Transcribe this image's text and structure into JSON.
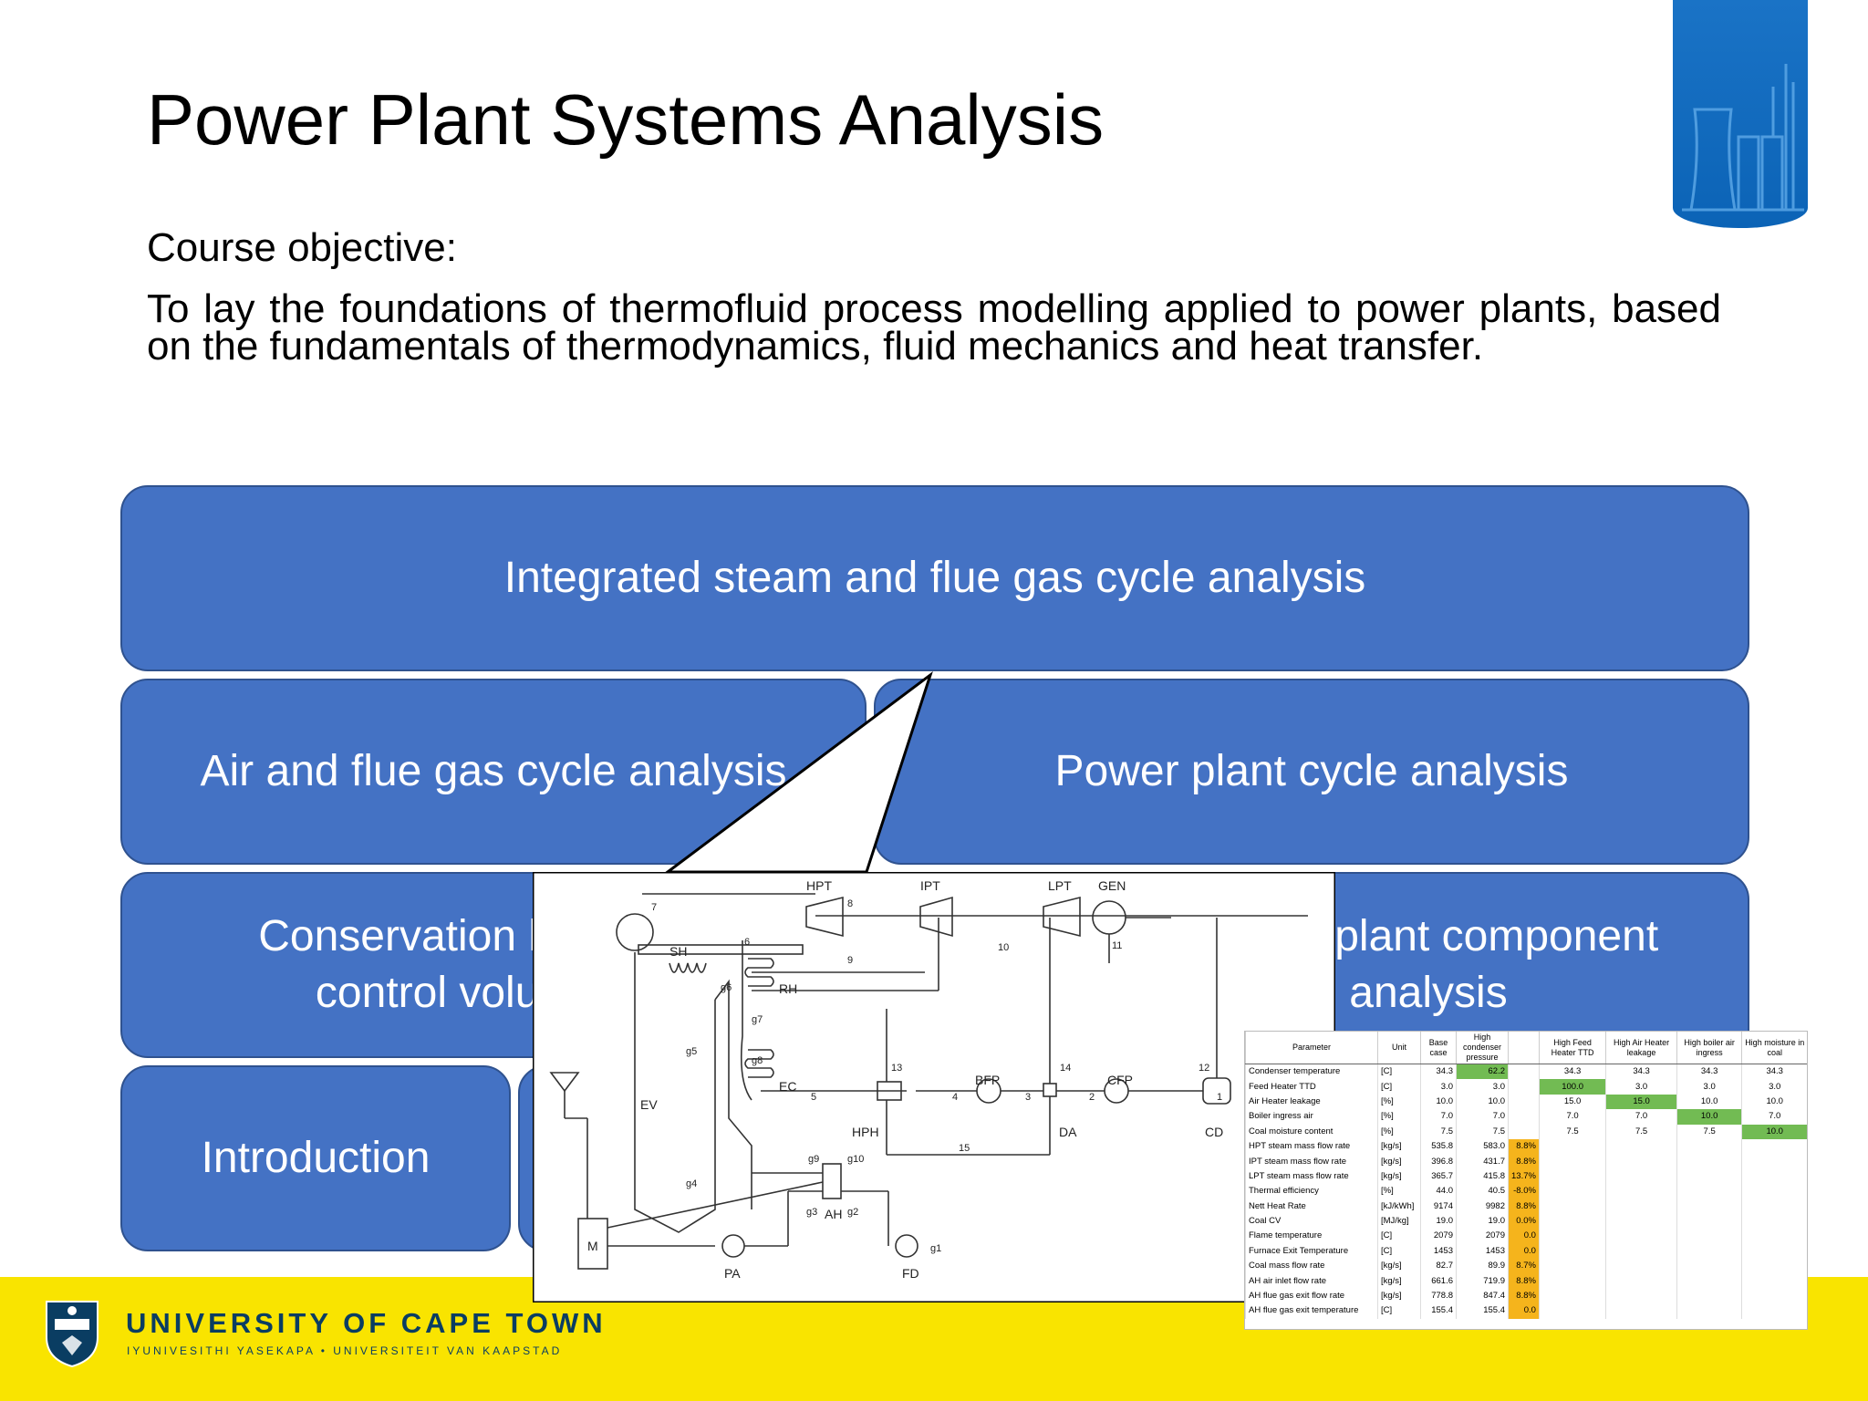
{
  "slide": {
    "title": "Power Plant Systems Analysis",
    "objective_heading": "Course objective:",
    "objective_text": "To lay the foundations of thermofluid process modelling applied to power plants, based on the fundamentals of thermodynamics, fluid mechanics and heat transfer."
  },
  "boxes": {
    "integrated": "Integrated steam and flue gas cycle analysis",
    "air_flue": "Air and flue gas cycle analysis",
    "power_cycle": "Power plant cycle analysis",
    "conservation": "Conservation laws for control volumes",
    "component": "Power plant component analysis",
    "introduction": "Introduction"
  },
  "diagram": {
    "labels": [
      "HPT",
      "IPT",
      "LPT",
      "GEN",
      "SH",
      "RH",
      "EV",
      "EC",
      "HPH",
      "BFP",
      "DA",
      "CFP",
      "CD",
      "AH",
      "PA",
      "FD",
      "M"
    ],
    "streams": [
      "1",
      "2",
      "3",
      "4",
      "5",
      "6",
      "7",
      "8",
      "9",
      "10",
      "11",
      "12",
      "13",
      "14",
      "15"
    ],
    "gas_streams": [
      "g1",
      "g2",
      "g3",
      "g4",
      "g5",
      "g6",
      "g7",
      "g8",
      "g9",
      "g10"
    ]
  },
  "results_table": {
    "headers": [
      "Parameter",
      "Unit",
      "Base case",
      "High condenser pressure",
      "",
      "High Feed Heater TTD",
      "High Air Heater leakage",
      "High boiler air ingress",
      "High moisture in coal"
    ],
    "rows": [
      [
        "Condenser temperature",
        "[C]",
        "34.3",
        "62.2",
        "",
        "34.3",
        "34.3",
        "34.3",
        "34.3"
      ],
      [
        "Feed Heater TTD",
        "[C]",
        "3.0",
        "3.0",
        "",
        "100.0",
        "3.0",
        "3.0",
        "3.0"
      ],
      [
        "Air Heater leakage",
        "[%]",
        "10.0",
        "10.0",
        "",
        "15.0",
        "15.0",
        "10.0",
        "10.0"
      ],
      [
        "Boiler ingress air",
        "[%]",
        "7.0",
        "7.0",
        "",
        "7.0",
        "7.0",
        "10.0",
        "7.0"
      ],
      [
        "Coal moisture content",
        "[%]",
        "7.5",
        "7.5",
        "",
        "7.5",
        "7.5",
        "7.5",
        "10.0"
      ],
      [
        "HPT steam mass flow rate",
        "[kg/s]",
        "535.8",
        "583.0",
        "8.8%",
        "",
        "",
        "",
        ""
      ],
      [
        "IPT steam mass flow rate",
        "[kg/s]",
        "396.8",
        "431.7",
        "8.8%",
        "",
        "",
        "",
        ""
      ],
      [
        "LPT steam mass flow rate",
        "[kg/s]",
        "365.7",
        "415.8",
        "13.7%",
        "",
        "",
        "",
        ""
      ],
      [
        "Thermal efficiency",
        "[%]",
        "44.0",
        "40.5",
        "-8.0%",
        "",
        "",
        "",
        ""
      ],
      [
        "Nett Heat Rate",
        "[kJ/kWh]",
        "9174",
        "9982",
        "8.8%",
        "",
        "",
        "",
        ""
      ],
      [
        "Coal CV",
        "[MJ/kg]",
        "19.0",
        "19.0",
        "0.0%",
        "",
        "",
        "",
        ""
      ],
      [
        "Flame temperature",
        "[C]",
        "2079",
        "2079",
        "0.0",
        "",
        "",
        "",
        ""
      ],
      [
        "Furnace Exit Temperature",
        "[C]",
        "1453",
        "1453",
        "0.0",
        "",
        "",
        "",
        ""
      ],
      [
        "Coal mass flow rate",
        "[kg/s]",
        "82.7",
        "89.9",
        "8.7%",
        "",
        "",
        "",
        ""
      ],
      [
        "AH air inlet flow rate",
        "[kg/s]",
        "661.6",
        "719.9",
        "8.8%",
        "",
        "",
        "",
        ""
      ],
      [
        "AH flue gas exit flow rate",
        "[kg/s]",
        "778.8",
        "847.4",
        "8.8%",
        "",
        "",
        "",
        ""
      ],
      [
        "AH flue gas exit temperature",
        "[C]",
        "155.4",
        "155.4",
        "0.0",
        "",
        "",
        "",
        ""
      ]
    ],
    "highlight_green": "#72bb53",
    "highlight_orange": "#f5b41c"
  },
  "footer": {
    "university": "UNIVERSITY OF CAPE TOWN",
    "subtitle": "IYUNIVESITHI YASEKAPA • UNIVERSITEIT VAN KAAPSTAD"
  },
  "colors": {
    "box_fill": "#4472c4",
    "footer_yellow": "#f9e400",
    "brand_blue": "#0a3d62"
  }
}
